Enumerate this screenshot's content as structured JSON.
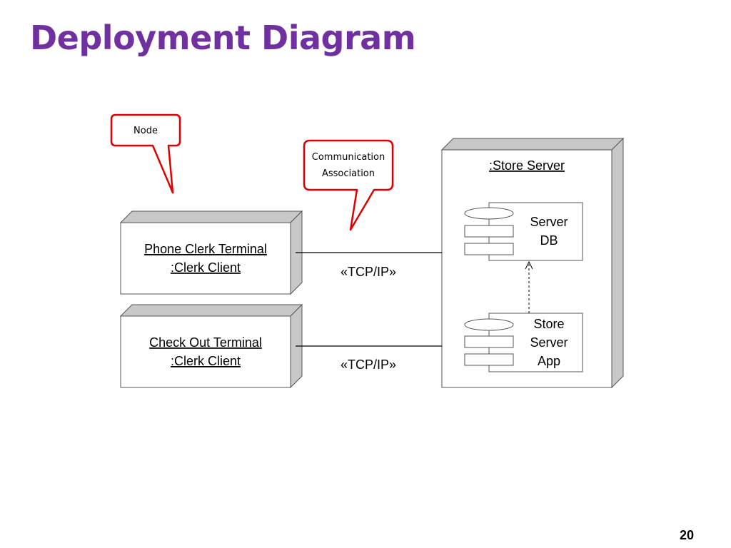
{
  "slide": {
    "title": "Deployment Diagram",
    "page_number": "20"
  },
  "callouts": {
    "node": "Node",
    "comm_line1": "Communication",
    "comm_line2": "Association"
  },
  "nodes": {
    "phone_terminal": {
      "line1": "Phone Clerk Terminal",
      "line2": ":Clerk Client"
    },
    "checkout_terminal": {
      "line1": "Check Out Terminal",
      "line2": ":Clerk Client"
    },
    "store_server": {
      "title": ":Store Server"
    }
  },
  "components": {
    "server_db": {
      "line1": "Server",
      "line2": "DB"
    },
    "store_app": {
      "line1": "Store",
      "line2": "Server",
      "line3": "App"
    }
  },
  "associations": {
    "phone_link_label": "«TCP/IP»",
    "checkout_link_label": "«TCP/IP»"
  },
  "colors": {
    "title": "#7030A0",
    "callout_border": "#E00000",
    "node_side": "#C8C8C8",
    "line": "#000000"
  }
}
